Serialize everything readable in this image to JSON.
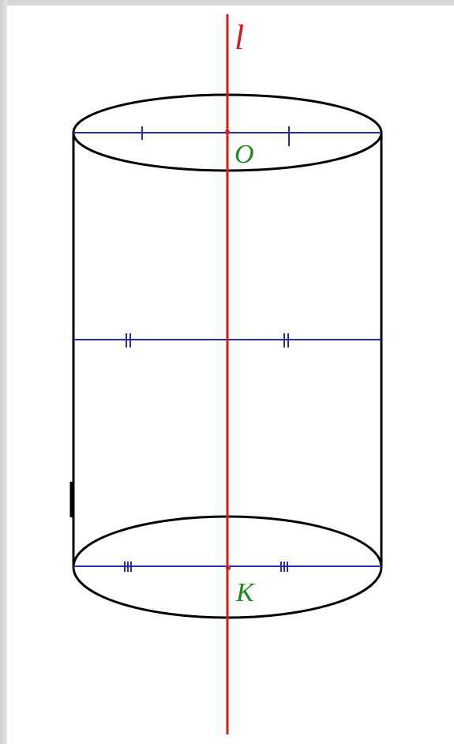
{
  "labels": {
    "axis": "l",
    "top_center": "O",
    "bottom_center": "K"
  },
  "colors": {
    "axis": "#cc1f1f",
    "diameter": "#2a2aa8",
    "outline": "#000000",
    "point_label": "#1e8a1e",
    "background": "#ffffff",
    "frame": "#d9d9d9"
  }
}
